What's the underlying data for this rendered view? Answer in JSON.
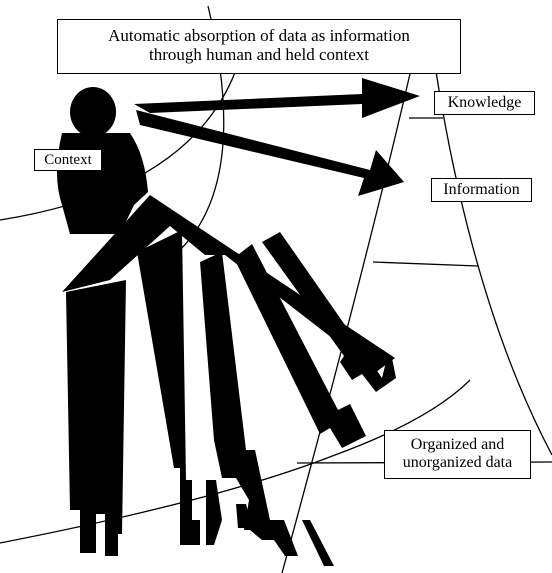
{
  "diagram": {
    "title_lines": [
      "Automatic absorption of data as information",
      "through human and held context"
    ],
    "labels": {
      "knowledge": "Knowledge",
      "information": "Information",
      "context": "Context",
      "data_lines": [
        "Organized and",
        "unorganized data"
      ]
    },
    "colors": {
      "ink": "#000000",
      "paper": "#ffffff"
    },
    "icons": [
      "person-silhouette-icon",
      "arrow-to-knowledge",
      "arrow-to-information",
      "large-upward-arrow",
      "data-streams"
    ]
  }
}
